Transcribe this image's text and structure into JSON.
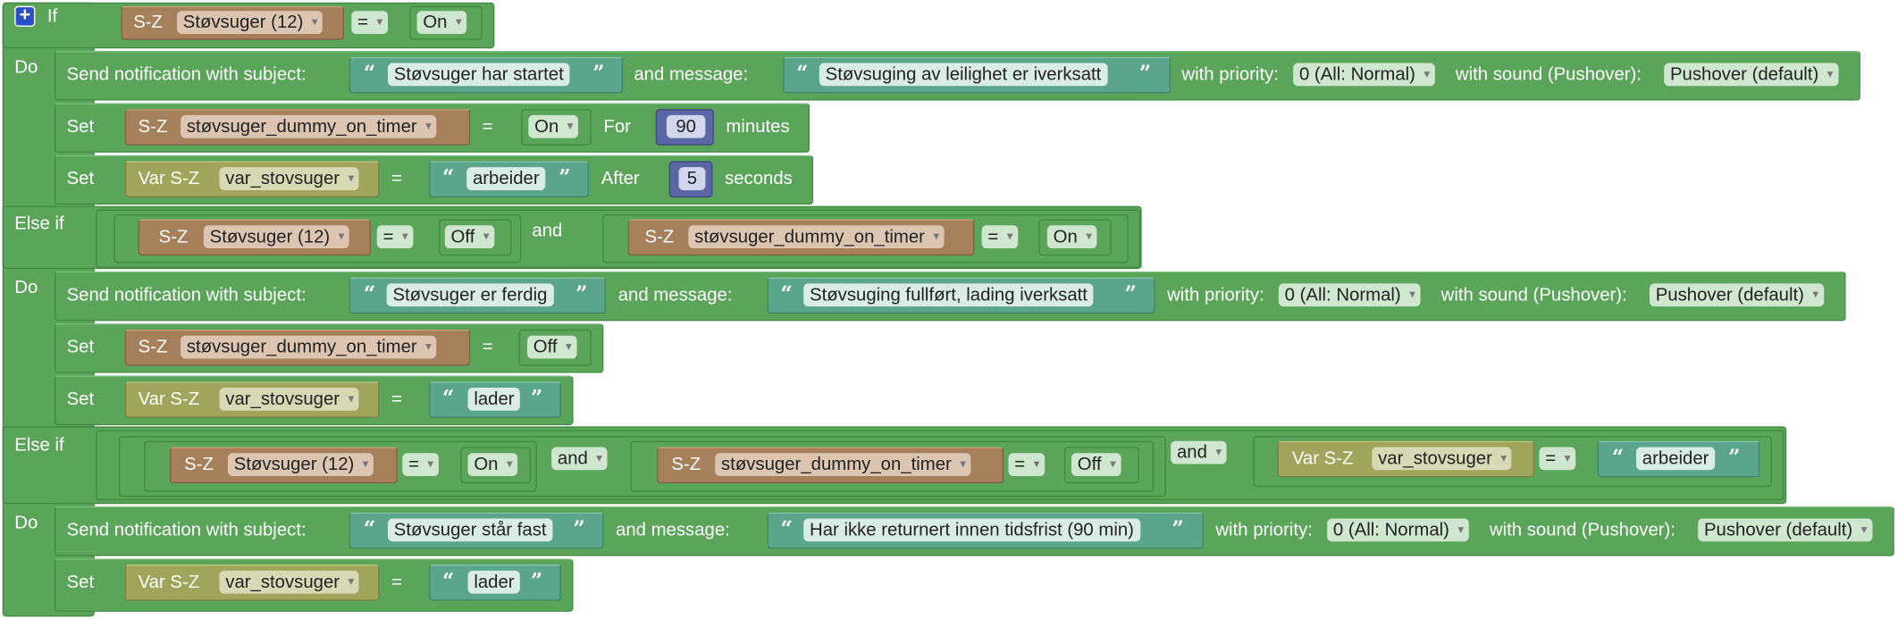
{
  "if_label": "If",
  "elseif_label": "Else if",
  "do_label": "Do",
  "set_label": "Set",
  "and_label": "and",
  "notify": {
    "subject_label": "Send notification with subject:",
    "message_label": "and message:",
    "priority_label": "with priority:",
    "sound_label": "with sound (Pushover):"
  },
  "icons": {
    "mutator": "plus-square-icon",
    "quote_open": "“",
    "quote_close": "”",
    "caret": "chevron-down-icon"
  },
  "colors": {
    "logic": "#5ba55b",
    "device": "#a5805b",
    "variable": "#a1a55b",
    "text": "#5ba58c",
    "number": "#5b67a5"
  },
  "b1": {
    "cond": {
      "tag": "S-Z",
      "device": "Støvsuger (12)",
      "op": "=",
      "value": "On"
    },
    "notify": {
      "subject": "Støvsuger har startet",
      "message": "Støvsuging av leilighet er iverksatt",
      "priority": "0 (All: Normal)",
      "sound": "Pushover (default)"
    },
    "set1": {
      "tag": "S-Z",
      "device": "støvsuger_dummy_on_timer",
      "eq": "=",
      "value": "On",
      "for_label": "For",
      "amount": "90",
      "unit": "minutes"
    },
    "set2": {
      "tag": "Var S-Z",
      "var": "var_stovsuger",
      "eq": "=",
      "text": "arbeider",
      "after_label": "After",
      "amount": "5",
      "unit": "seconds"
    }
  },
  "b2": {
    "cond_a": {
      "tag": "S-Z",
      "device": "Støvsuger (12)",
      "op": "=",
      "value": "Off"
    },
    "cond_b": {
      "tag": "S-Z",
      "device": "støvsuger_dummy_on_timer",
      "op": "=",
      "value": "On"
    },
    "notify": {
      "subject": "Støvsuger er ferdig",
      "message": "Støvsuging fullført, lading iverksatt",
      "priority": "0 (All: Normal)",
      "sound": "Pushover (default)"
    },
    "set1": {
      "tag": "S-Z",
      "device": "støvsuger_dummy_on_timer",
      "eq": "=",
      "value": "Off"
    },
    "set2": {
      "tag": "Var S-Z",
      "var": "var_stovsuger",
      "eq": "=",
      "text": "lader"
    }
  },
  "b3": {
    "cond_a": {
      "tag": "S-Z",
      "device": "Støvsuger (12)",
      "op": "=",
      "value": "On"
    },
    "cond_b": {
      "tag": "S-Z",
      "device": "støvsuger_dummy_on_timer",
      "op": "=",
      "value": "Off"
    },
    "cond_c": {
      "tag": "Var S-Z",
      "var": "var_stovsuger",
      "op": "=",
      "text": "arbeider"
    },
    "notify": {
      "subject": "Støvsuger står fast",
      "message": "Har ikke returnert innen tidsfrist (90 min)",
      "priority": "0 (All: Normal)",
      "sound": "Pushover (default)"
    },
    "set1": {
      "tag": "Var S-Z",
      "var": "var_stovsuger",
      "eq": "=",
      "text": "lader"
    }
  }
}
